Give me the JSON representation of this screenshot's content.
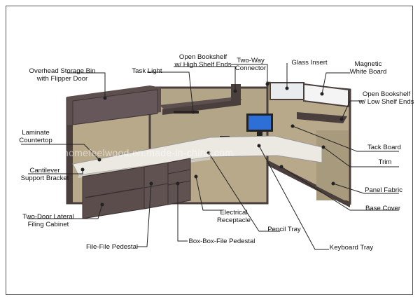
{
  "watermark": "homefeelwood.en.made-in-china.com",
  "labels": {
    "overhead_storage_bin": "Overhead Storage Bin\nwith Flipper Door",
    "task_light": "Task Light",
    "open_bookshelf_high": "Open Bookshelf\nw/ High Shelf Ends",
    "two_way_connector": "Two-Way\nConnector",
    "glass_insert": "Glass Insert",
    "magnetic_white_board": "Magnetic\nWhite Board",
    "open_bookshelf_low": "Open Bookshelf\nw/ Low Shelf Ends",
    "laminate_countertop": "Laminate\nCountertop",
    "tack_board": "Tack Board",
    "cantilever_support_bracket": "Cantilever\nSupport Bracket",
    "trim": "Trim",
    "panel_fabric": "Panel Fabric",
    "base_cover": "Base Cover",
    "two_door_lateral_filing_cabinet": "Two-Door Lateral\nFiling Cabinet",
    "electrical_receptacle": "Electrical\nReceptacle",
    "pencil_tray": "Pencil Tray",
    "file_file_pedestal": "File-File Pedestal",
    "box_box_file_pedestal": "Box-Box-File Pedestal",
    "keyboard_tray": "Keyboard Tray"
  },
  "colors": {
    "panel_fabric": "#b8a98a",
    "panel_frame": "#4a3f3d",
    "countertop": "#ece9e2",
    "cabinet": "#5a4d4c",
    "whiteboard": "#f4f4f4",
    "monitor_screen": "#2d6fd6"
  }
}
